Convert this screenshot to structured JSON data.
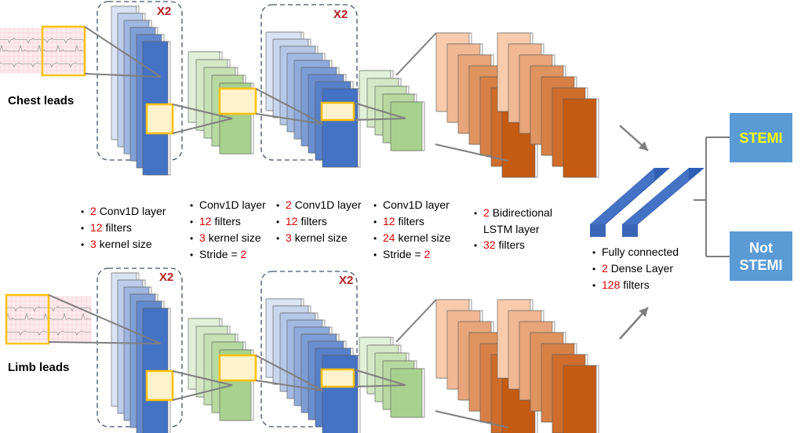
{
  "labels": {
    "chest": "Chest leads",
    "limb": "Limb leads",
    "repeat": "X2"
  },
  "blocks": {
    "b1": {
      "count": "2",
      "l1": "Conv1D layer",
      "n2": "12",
      "l2": "filters",
      "n3": "3",
      "l3": "kernel size"
    },
    "b2": {
      "l1": "Conv1D layer",
      "n2": "12",
      "l2": "filters",
      "n3": "3",
      "l3": "kernel size",
      "l4": "Stride = ",
      "n4": "2"
    },
    "b3": {
      "count": "2",
      "l1": "Conv1D layer",
      "n2": "12",
      "l2": "filters",
      "n3": "3",
      "l3": "kernel size"
    },
    "b4": {
      "l1": "Conv1D layer",
      "n2": "12",
      "l2": "filters",
      "n3": "24",
      "l3": "kernel size",
      "l4": "Stride = ",
      "n4": "2"
    },
    "b5": {
      "count": "2",
      "l1": "Bidirectional",
      "l1b": "LSTM layer",
      "n2": "32",
      "l2": "filters"
    },
    "b6": {
      "l1": "Fully connected",
      "n2": "2",
      "l2": "Dense Layer",
      "n3": "128",
      "l3": "filters"
    }
  },
  "outputs": {
    "stemi": "STEMI",
    "not_stemi_1": "Not",
    "not_stemi_2": "STEMI"
  },
  "colors": {
    "blue_dark": "#4472c4",
    "blue_light": "#dae3f3",
    "green_dark": "#a9d18e",
    "green_light": "#e2f0d9",
    "orange_dark": "#c55a11",
    "orange_light": "#f8cbad",
    "highlight": "#ffc000",
    "output_box": "#5b9bd5",
    "number_red": "#e00000",
    "repeat_red": "#b22222"
  }
}
